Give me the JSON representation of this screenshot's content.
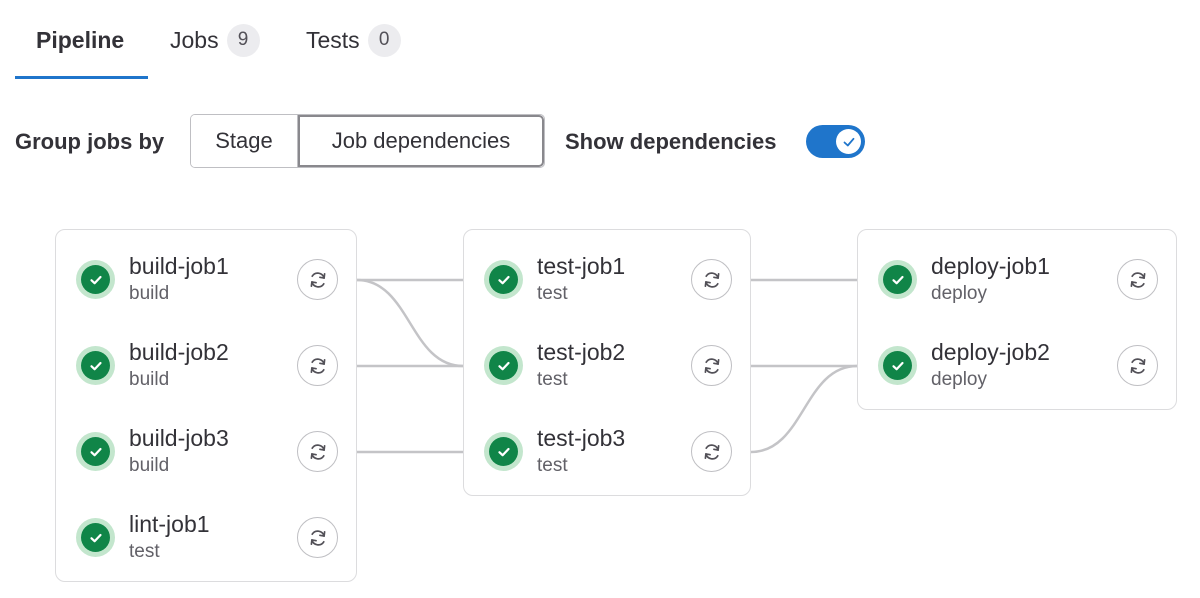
{
  "tabs": [
    {
      "label": "Pipeline",
      "active": true
    },
    {
      "label": "Jobs",
      "count": "9"
    },
    {
      "label": "Tests",
      "count": "0"
    }
  ],
  "controls": {
    "group_label": "Group jobs by",
    "options": [
      "Stage",
      "Job dependencies"
    ],
    "selected": "Job dependencies",
    "show_dependencies_label": "Show dependencies",
    "show_dependencies_on": true
  },
  "colors": {
    "accent": "#1f75cb",
    "success": "#108548",
    "success_ring": "#c3e6cd",
    "link": "#c4c4c7"
  },
  "stages": [
    {
      "jobs": [
        {
          "name": "build-job1",
          "stage": "build",
          "status": "success-icon",
          "action": "retry-icon"
        },
        {
          "name": "build-job2",
          "stage": "build",
          "status": "success-icon",
          "action": "retry-icon"
        },
        {
          "name": "build-job3",
          "stage": "build",
          "status": "success-icon",
          "action": "retry-icon"
        },
        {
          "name": "lint-job1",
          "stage": "test",
          "status": "success-icon",
          "action": "retry-icon"
        }
      ]
    },
    {
      "jobs": [
        {
          "name": "test-job1",
          "stage": "test",
          "status": "success-icon",
          "action": "retry-icon"
        },
        {
          "name": "test-job2",
          "stage": "test",
          "status": "success-icon",
          "action": "retry-icon"
        },
        {
          "name": "test-job3",
          "stage": "test",
          "status": "success-icon",
          "action": "retry-icon"
        }
      ]
    },
    {
      "jobs": [
        {
          "name": "deploy-job1",
          "stage": "deploy",
          "status": "success-icon",
          "action": "retry-icon"
        },
        {
          "name": "deploy-job2",
          "stage": "deploy",
          "status": "success-icon",
          "action": "retry-icon"
        }
      ]
    }
  ],
  "dependencies": [
    {
      "from": "build-job1",
      "to": "test-job1"
    },
    {
      "from": "build-job1",
      "to": "test-job2"
    },
    {
      "from": "build-job2",
      "to": "test-job2"
    },
    {
      "from": "build-job3",
      "to": "test-job3"
    },
    {
      "from": "test-job1",
      "to": "deploy-job1"
    },
    {
      "from": "test-job2",
      "to": "deploy-job2"
    },
    {
      "from": "test-job3",
      "to": "deploy-job2"
    }
  ]
}
